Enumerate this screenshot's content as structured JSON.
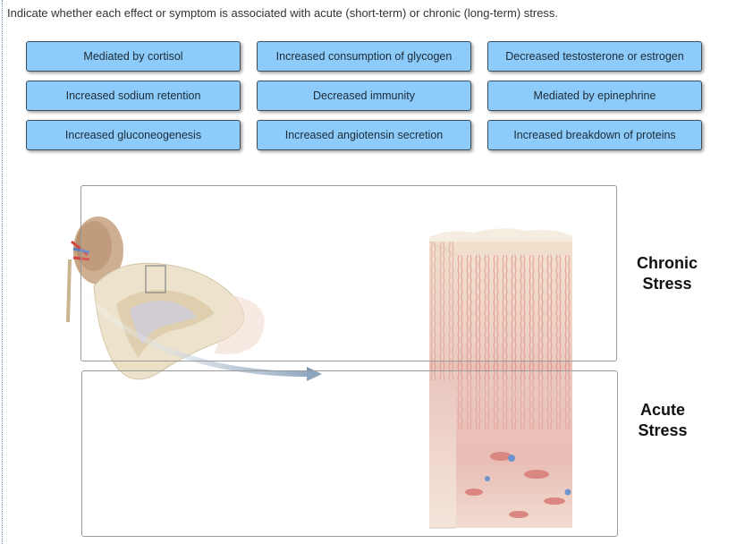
{
  "instruction": "Indicate whether each effect or symptom is associated with acute (short-term) or chronic (long-term) stress.",
  "chips": [
    "Mediated by cortisol",
    "Increased consumption of glycogen",
    "Decreased testosterone or estrogen",
    "Increased sodium retention",
    "Decreased immunity",
    "Mediated by epinephrine",
    "Increased gluconeogenesis",
    "Increased angiotensin secretion",
    "Increased breakdown of proteins"
  ],
  "zones": {
    "chronic": {
      "line1": "Chronic",
      "line2": "Stress"
    },
    "acute": {
      "line1": "Acute",
      "line2": "Stress"
    }
  },
  "colors": {
    "chip_fill": "#8ccbfa",
    "chip_border": "#3d4b57"
  },
  "icons": {
    "figure": "adrenal-gland-illustration"
  }
}
